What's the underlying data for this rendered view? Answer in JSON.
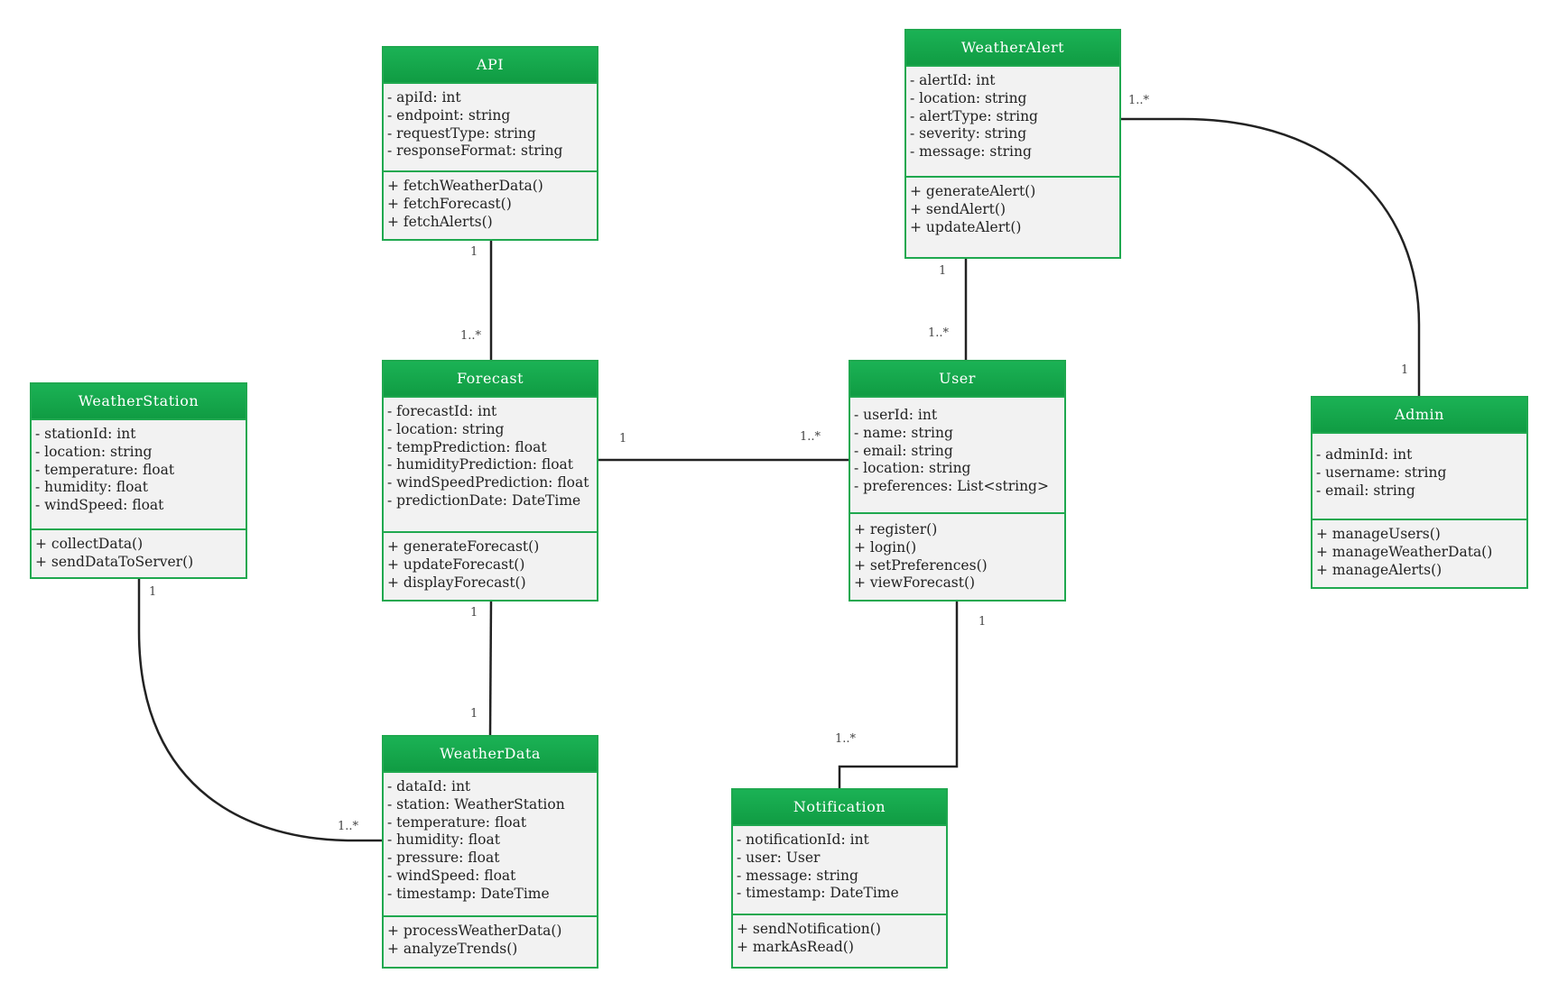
{
  "colors": {
    "header": "#15a84b",
    "border": "#1fa84f",
    "body": "#f2f2f2",
    "line": "#222222"
  },
  "classes": {
    "api": {
      "name": "API",
      "attributes": [
        "- apiId: int",
        "- endpoint: string",
        "- requestType: string",
        "- responseFormat: string"
      ],
      "methods": [
        "+ fetchWeatherData()",
        "+ fetchForecast()",
        "+ fetchAlerts()"
      ]
    },
    "weatheralert": {
      "name": "WeatherAlert",
      "attributes": [
        "- alertId: int",
        "- location: string",
        "- alertType: string",
        "- severity: string",
        "- message: string"
      ],
      "methods": [
        "+ generateAlert()",
        "+ sendAlert()",
        "+ updateAlert()"
      ]
    },
    "weatherstation": {
      "name": "WeatherStation",
      "attributes": [
        "- stationId: int",
        "- location: string",
        "- temperature: float",
        "- humidity: float",
        "- windSpeed: float"
      ],
      "methods": [
        "+ collectData()",
        "+ sendDataToServer()"
      ]
    },
    "forecast": {
      "name": "Forecast",
      "attributes": [
        "- forecastId: int",
        "- location: string",
        "- tempPrediction: float",
        "- humidityPrediction: float",
        "- windSpeedPrediction: float",
        "- predictionDate: DateTime"
      ],
      "methods": [
        "+ generateForecast()",
        "+ updateForecast()",
        "+ displayForecast()"
      ]
    },
    "user": {
      "name": "User",
      "attributes": [
        "- userId: int",
        "- name: string",
        "- email: string",
        "- location: string",
        "- preferences: List<string>"
      ],
      "methods": [
        "+ register()",
        "+ login()",
        "+ setPreferences()",
        "+ viewForecast()"
      ]
    },
    "admin": {
      "name": "Admin",
      "attributes": [
        "- adminId: int",
        "- username: string",
        "- email: string"
      ],
      "methods": [
        "+ manageUsers()",
        "+ manageWeatherData()",
        "+ manageAlerts()"
      ]
    },
    "weatherdata": {
      "name": "WeatherData",
      "attributes": [
        "- dataId: int",
        "- station: WeatherStation",
        "- temperature: float",
        "- humidity: float",
        "- pressure: float",
        "- windSpeed: float",
        "- timestamp: DateTime"
      ],
      "methods": [
        "+ processWeatherData()",
        "+ analyzeTrends()"
      ]
    },
    "notification": {
      "name": "Notification",
      "attributes": [
        "- notificationId: int",
        "- user: User",
        "- message: string",
        "- timestamp: DateTime"
      ],
      "methods": [
        "+ sendNotification()",
        "+ markAsRead()"
      ]
    }
  },
  "associations": [
    {
      "from": "api",
      "to": "forecast",
      "from_mult": "1",
      "to_mult": "1..*"
    },
    {
      "from": "weatheralert",
      "to": "user",
      "from_mult": "1",
      "to_mult": "1..*"
    },
    {
      "from": "weatheralert",
      "to": "admin",
      "from_mult": "1..*",
      "to_mult": "1"
    },
    {
      "from": "forecast",
      "to": "user",
      "from_mult": "1",
      "to_mult": "1..*"
    },
    {
      "from": "forecast",
      "to": "weatherdata",
      "from_mult": "1",
      "to_mult": "1"
    },
    {
      "from": "weatherstation",
      "to": "weatherdata",
      "from_mult": "1",
      "to_mult": "1..*"
    },
    {
      "from": "user",
      "to": "notification",
      "from_mult": "1",
      "to_mult": "1..*"
    }
  ]
}
